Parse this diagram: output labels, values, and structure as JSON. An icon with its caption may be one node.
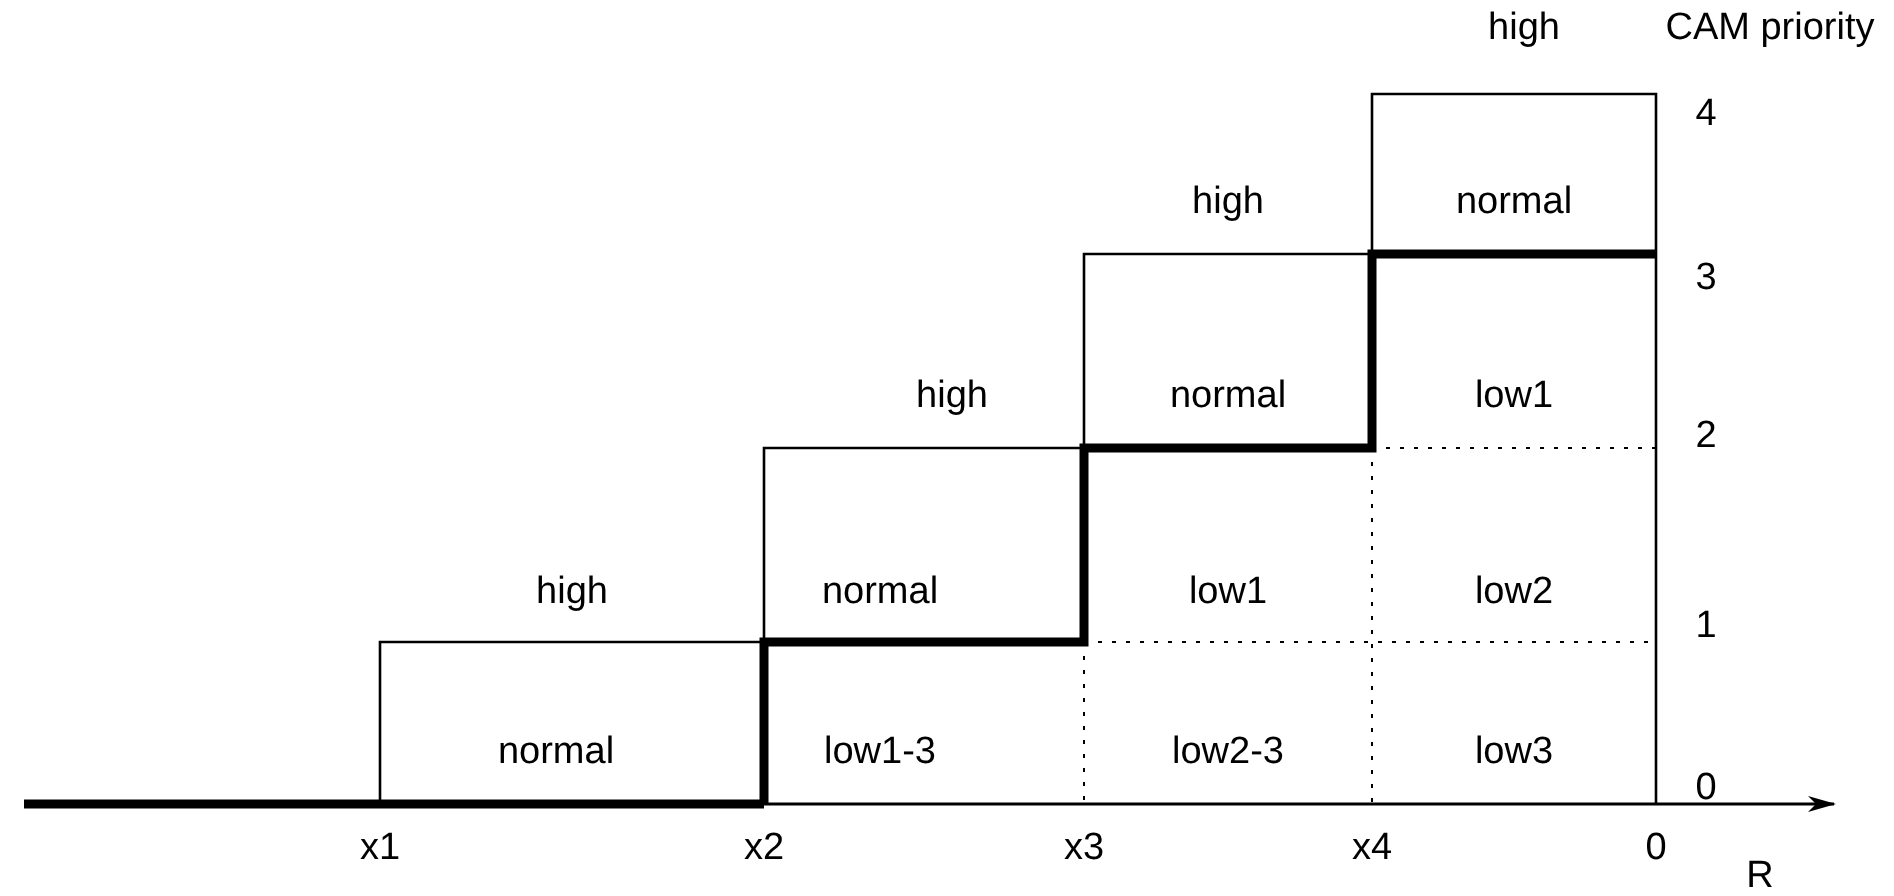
{
  "diagram": {
    "labels": [
      "high",
      "CAM priority",
      "4",
      "high",
      "normal",
      "3",
      "high",
      "normal",
      "low1",
      "2",
      "high",
      "normal",
      "low1",
      "low2",
      "1",
      "normal",
      "low1-3",
      "low2-3",
      "low3",
      "0",
      "x1",
      "x2",
      "x3",
      "x4",
      "0",
      "R"
    ]
  }
}
